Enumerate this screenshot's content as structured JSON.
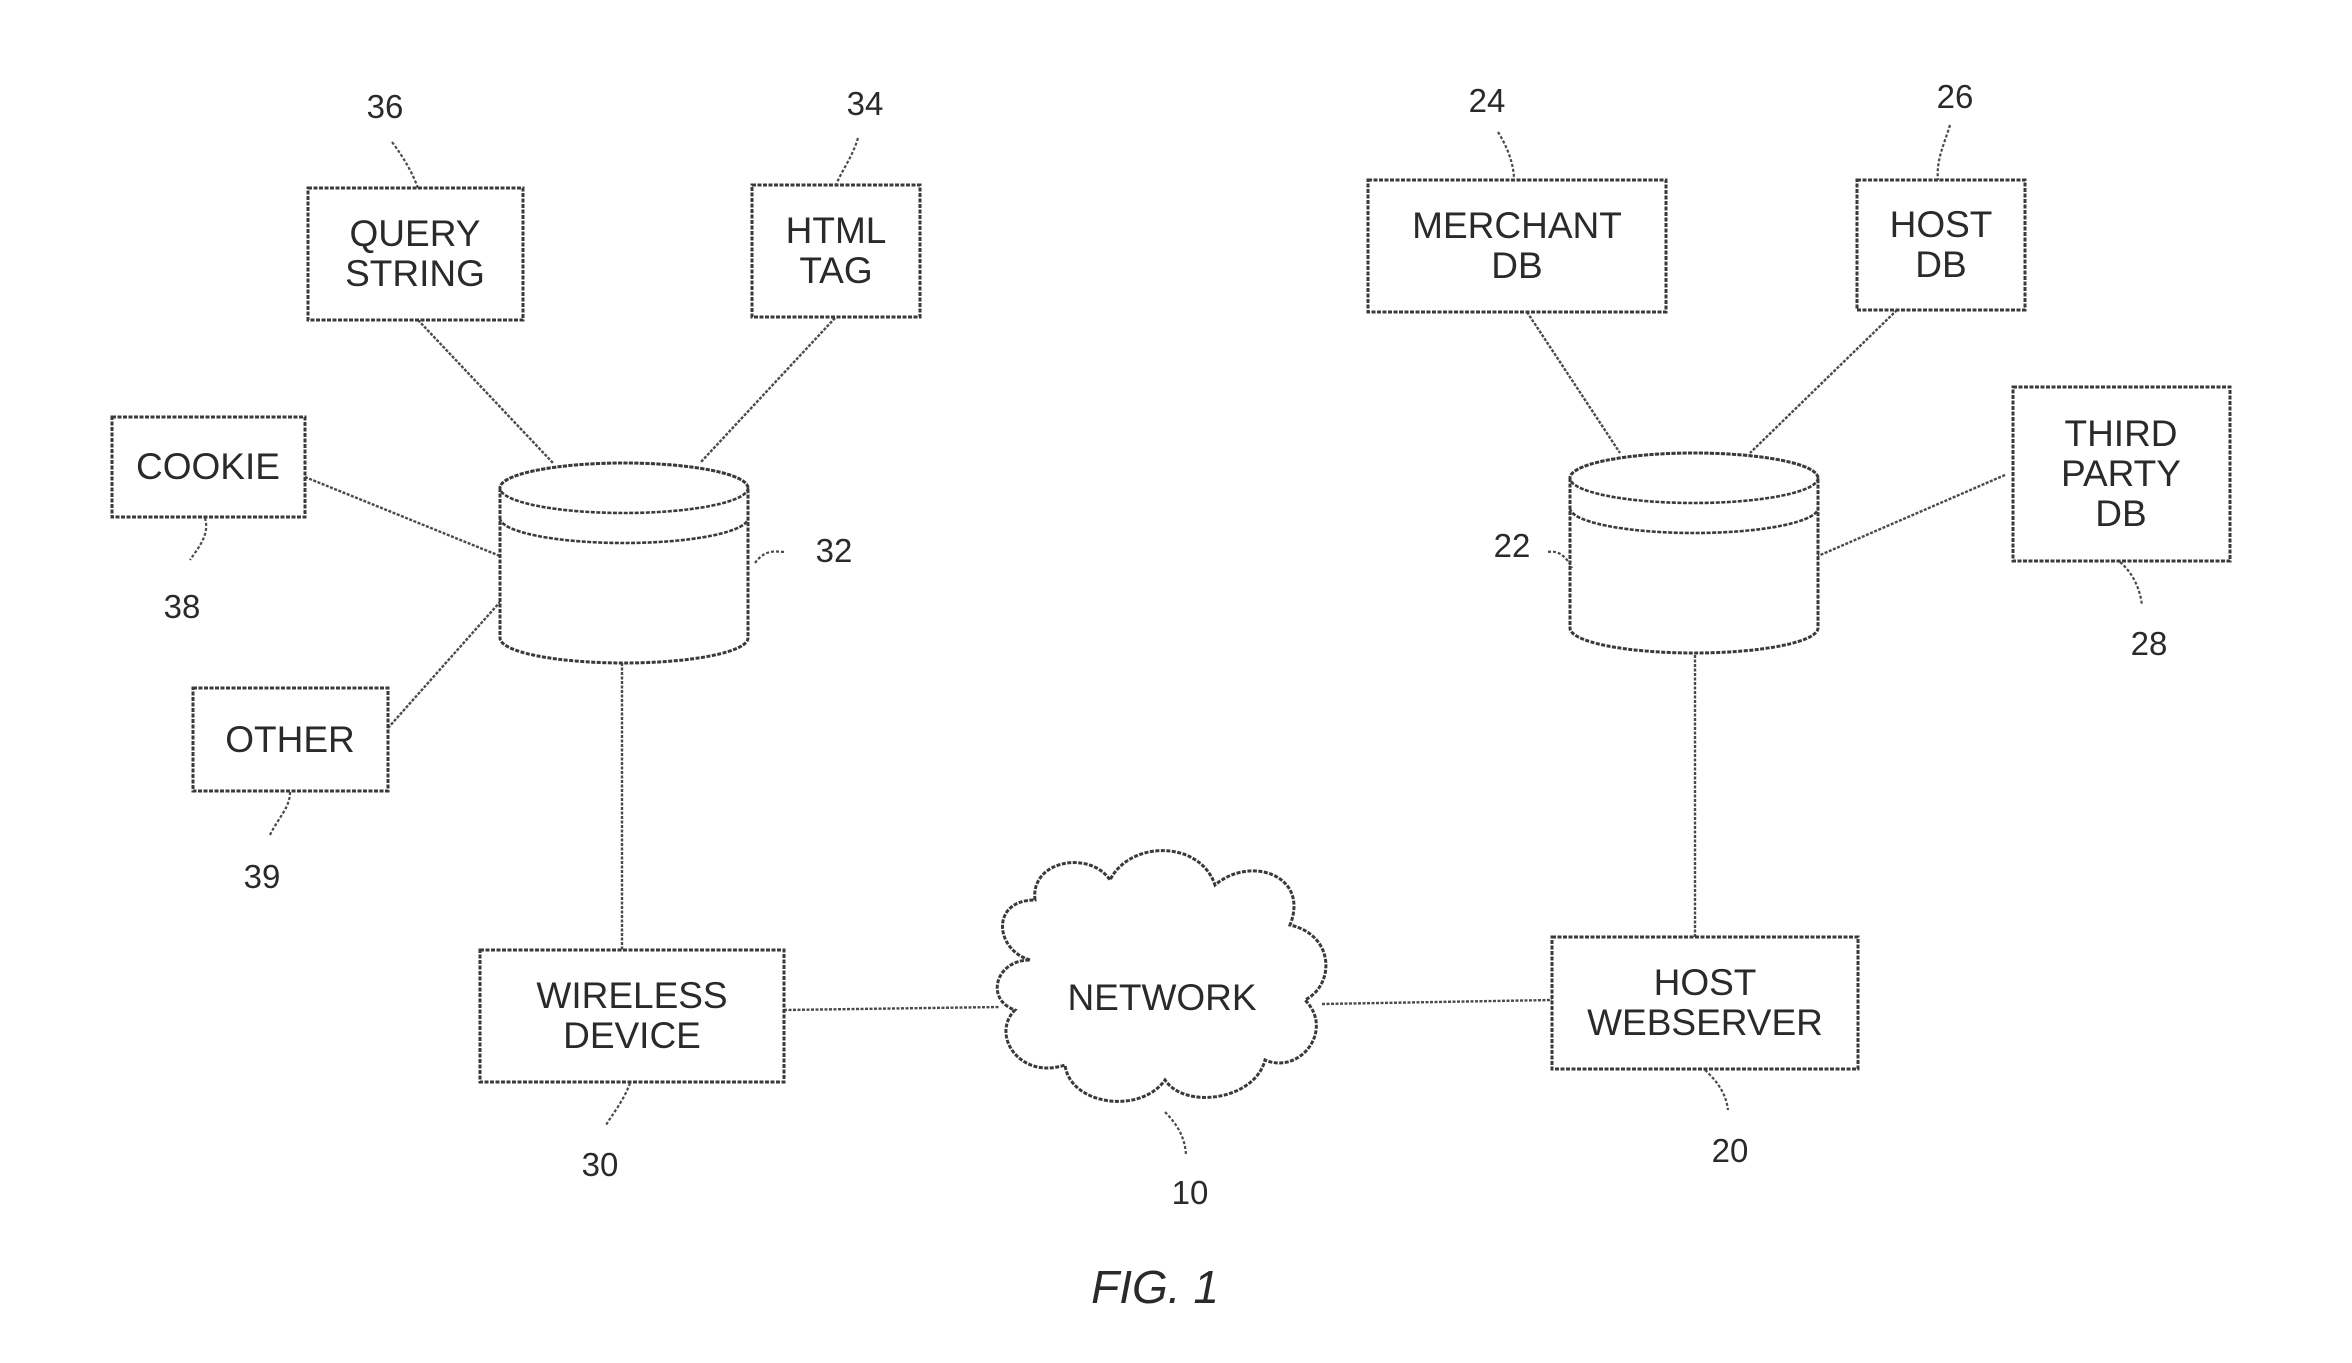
{
  "figure": {
    "caption": "FIG. 1"
  },
  "nodes": {
    "query_string": {
      "lines": [
        "QUERY",
        "STRING"
      ],
      "ref": "36"
    },
    "html_tag": {
      "lines": [
        "HTML",
        "TAG"
      ],
      "ref": "34"
    },
    "cookie": {
      "lines": [
        "COOKIE"
      ],
      "ref": "38"
    },
    "other": {
      "lines": [
        "OTHER"
      ],
      "ref": "39"
    },
    "client_db": {
      "ref": "32"
    },
    "wireless_device": {
      "lines": [
        "WIRELESS",
        "DEVICE"
      ],
      "ref": "30"
    },
    "network": {
      "lines": [
        "NETWORK"
      ],
      "ref": "10"
    },
    "host_webserver": {
      "lines": [
        "HOST",
        "WEBSERVER"
      ],
      "ref": "20"
    },
    "host_side_db": {
      "ref": "22"
    },
    "merchant_db": {
      "lines": [
        "MERCHANT",
        "DB"
      ],
      "ref": "24"
    },
    "host_db": {
      "lines": [
        "HOST",
        "DB"
      ],
      "ref": "26"
    },
    "third_party_db": {
      "lines": [
        "THIRD",
        "PARTY",
        "DB"
      ],
      "ref": "28"
    }
  }
}
